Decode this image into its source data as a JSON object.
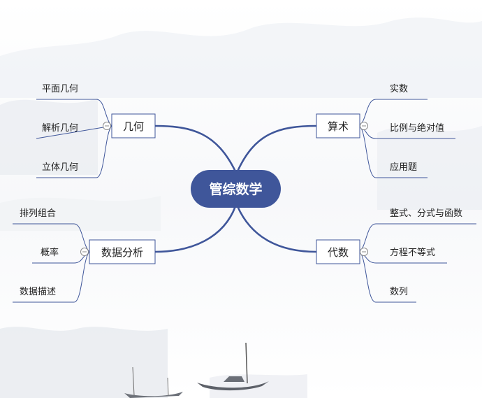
{
  "colors": {
    "accent": "#3f569a",
    "branch_box_border": "#3f569a",
    "text_dark": "#222222",
    "collapse_circle": "#8a8a8a",
    "center_text": "#ffffff"
  },
  "mindmap": {
    "center": {
      "label": "管综数学"
    },
    "branches": [
      {
        "id": "geometry",
        "label": "几何",
        "children": [
          "平面几何",
          "解析几何",
          "立体几何"
        ]
      },
      {
        "id": "arithmetic",
        "label": "算术",
        "children": [
          "实数",
          "比例与绝对值",
          "应用题"
        ]
      },
      {
        "id": "data-analysis",
        "label": "数据分析",
        "children": [
          "排列组合",
          "概率",
          "数据描述"
        ]
      },
      {
        "id": "algebra",
        "label": "代数",
        "children": [
          "整式、分式与函数",
          "方程不等式",
          "数列"
        ]
      }
    ]
  },
  "icons": {
    "collapse": "minus-circle-icon"
  }
}
